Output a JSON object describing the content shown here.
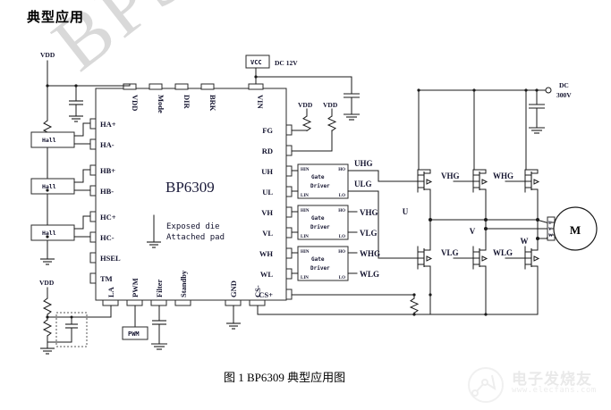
{
  "page": {
    "title": "典型应用",
    "caption": "图 1  BP6309 典型应用图",
    "watermark": "BPS CONFIDENTIAL",
    "logo_text": "电子发烧友",
    "logo_url": "www.elecfans.com"
  },
  "ic": {
    "name": "BP6309",
    "exposed_line1": "Exposed die",
    "exposed_line2": "Attached pad",
    "pins_top": [
      "VDD",
      "Mode",
      "DIR",
      "BRK",
      "VIN"
    ],
    "pins_left": [
      "HA+",
      "HA-",
      "HB+",
      "HB-",
      "HC+",
      "HC-",
      "HSEL",
      "TM"
    ],
    "pins_bottom": [
      "LA",
      "PWM",
      "Filter",
      "Standby",
      "GND",
      "CS-"
    ],
    "pins_right": [
      "FG",
      "RD",
      "UH",
      "UL",
      "VH",
      "VL",
      "WH",
      "WL",
      "CS+"
    ]
  },
  "labels": {
    "vdd": "VDD",
    "vcc": "VCC",
    "dc12v": "DC  12V",
    "dc300v_l1": "DC",
    "dc300v_l2": "300V",
    "hall": "Hall",
    "pwm_box": "PWM",
    "motor": "M"
  },
  "gate_drivers": [
    {
      "title1": "Gate",
      "title2": "Driver",
      "hin": "HIN",
      "lin": "LIN",
      "ho": "HO",
      "lo": "LO",
      "out_high": "UHG",
      "out_low": "ULG"
    },
    {
      "title1": "Gate",
      "title2": "Driver",
      "hin": "HIN",
      "lin": "LIN",
      "ho": "HO",
      "lo": "LO",
      "out_high": "VHG",
      "out_low": "VLG"
    },
    {
      "title1": "Gate",
      "title2": "Driver",
      "hin": "HIN",
      "lin": "LIN",
      "ho": "HO",
      "lo": "LO",
      "out_high": "WHG",
      "out_low": "WLG"
    }
  ],
  "bridge": {
    "gates_high": [
      "UHG",
      "VHG",
      "WHG"
    ],
    "gates_low": [
      "ULG",
      "VLG",
      "WLG"
    ],
    "phases": [
      "U",
      "V",
      "W"
    ],
    "motor_terminals": [
      "U",
      "V",
      "W"
    ]
  },
  "colors": {
    "wire": "#1a1a1a",
    "label": "#13132e",
    "ic_name": "#1b1b3a",
    "watermark": "#d9d9d9",
    "background": "#ffffff"
  }
}
